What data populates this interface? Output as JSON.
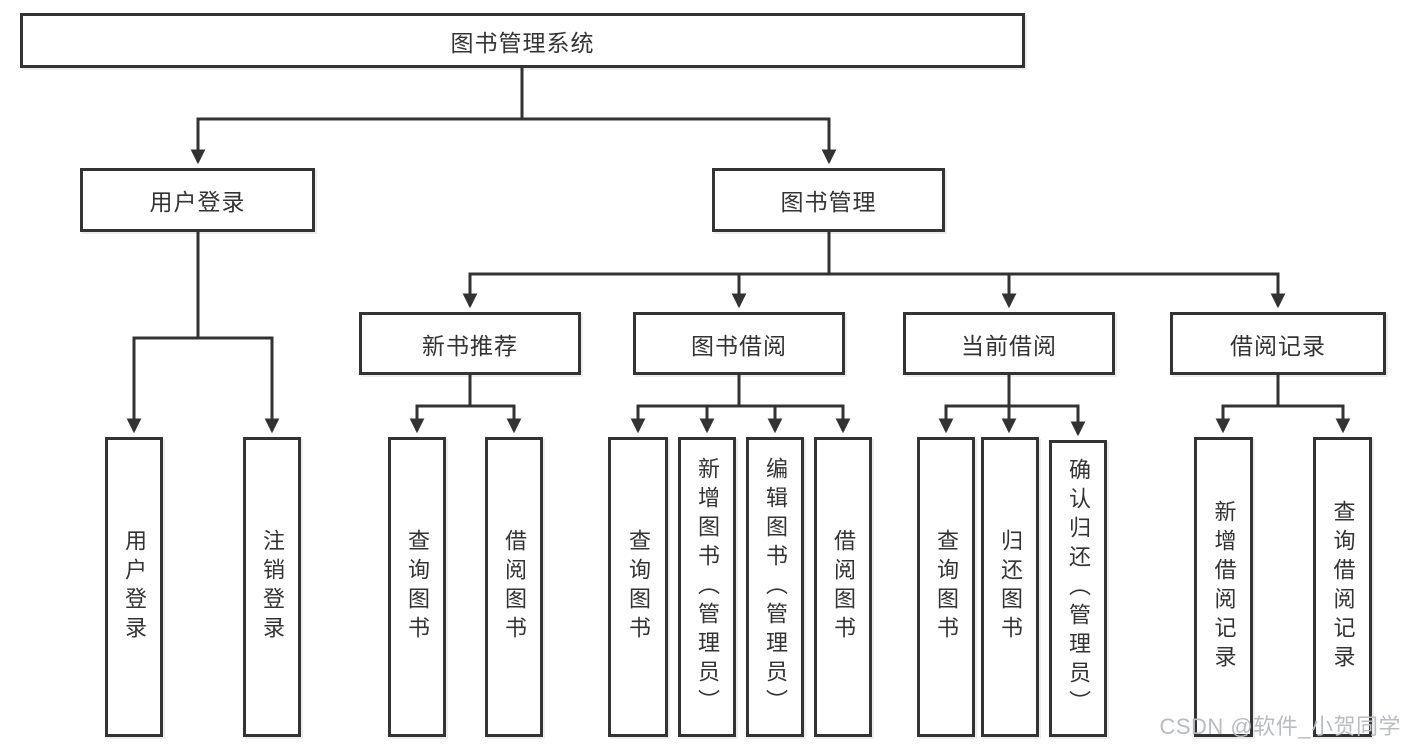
{
  "tree": {
    "root": {
      "label": "图书管理系统"
    },
    "branches": [
      {
        "label": "用户登录",
        "children": [
          {
            "label": "用户登录"
          },
          {
            "label": "注销登录"
          }
        ]
      },
      {
        "label": "图书管理",
        "groups": [
          {
            "label": "新书推荐",
            "children": [
              {
                "label": "查询图书"
              },
              {
                "label": "借阅图书"
              }
            ]
          },
          {
            "label": "图书借阅",
            "children": [
              {
                "label": "查询图书"
              },
              {
                "label": "新增图书（管理员）"
              },
              {
                "label": "编辑图书（管理员）"
              },
              {
                "label": "借阅图书"
              }
            ]
          },
          {
            "label": "当前借阅",
            "children": [
              {
                "label": "查询图书"
              },
              {
                "label": "归还图书"
              },
              {
                "label": "确认归还（管理员）"
              }
            ]
          },
          {
            "label": "借阅记录",
            "children": [
              {
                "label": "新增借阅记录"
              },
              {
                "label": "查询借阅记录"
              }
            ]
          }
        ]
      }
    ]
  },
  "watermark": {
    "text": "CSDN @软件_小贺同学"
  },
  "colors": {
    "line": "#333333",
    "box_border": "#333333",
    "box_fill": "#ffffff",
    "text": "#333333",
    "watermark": "#b9bcc0",
    "background": "#ffffff"
  }
}
